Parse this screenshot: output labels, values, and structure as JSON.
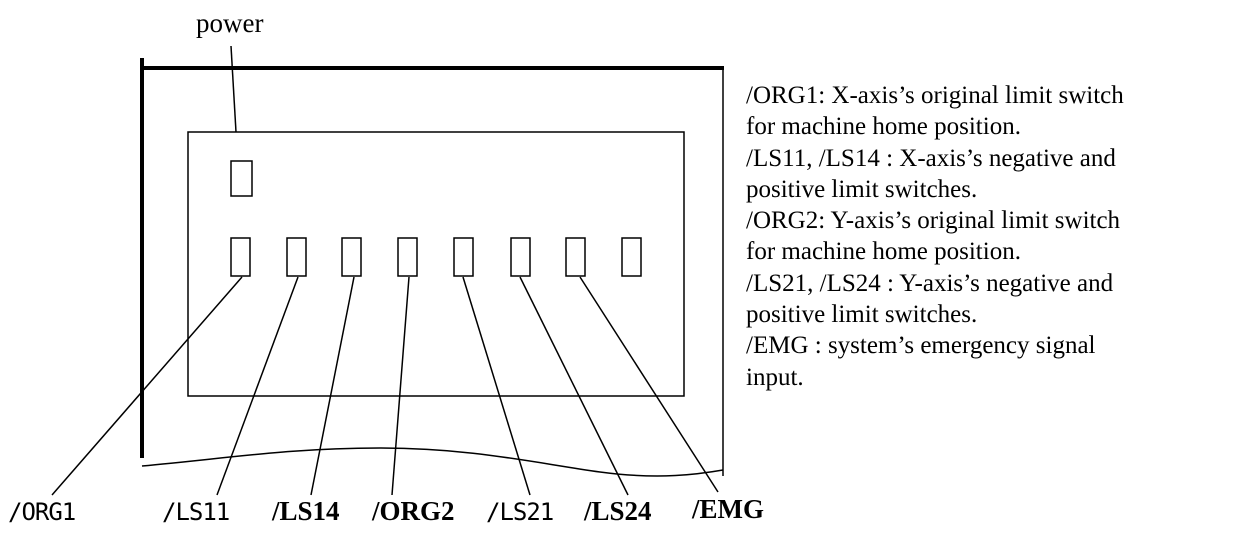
{
  "power_label": "power",
  "pin_labels": [
    {
      "id": "org1",
      "text": "/ORG1"
    },
    {
      "id": "ls11",
      "text": "/LS11"
    },
    {
      "id": "ls14",
      "text": "/LS14"
    },
    {
      "id": "org2",
      "text": "/ORG2"
    },
    {
      "id": "ls21",
      "text": "/LS21"
    },
    {
      "id": "ls24",
      "text": "/LS24"
    },
    {
      "id": "emg",
      "text": "/EMG"
    }
  ],
  "legend": [
    "/ORG1: X-axis’s original limit switch",
    "for machine home position.",
    "/LS11, /LS14 : X-axis’s negative and",
    "positive limit switches.",
    "/ORG2: Y-axis’s original limit switch",
    "for machine home position.",
    "/LS21, /LS24 : Y-axis’s negative and",
    "positive limit switches.",
    "/EMG : system’s emergency signal",
    "input."
  ]
}
